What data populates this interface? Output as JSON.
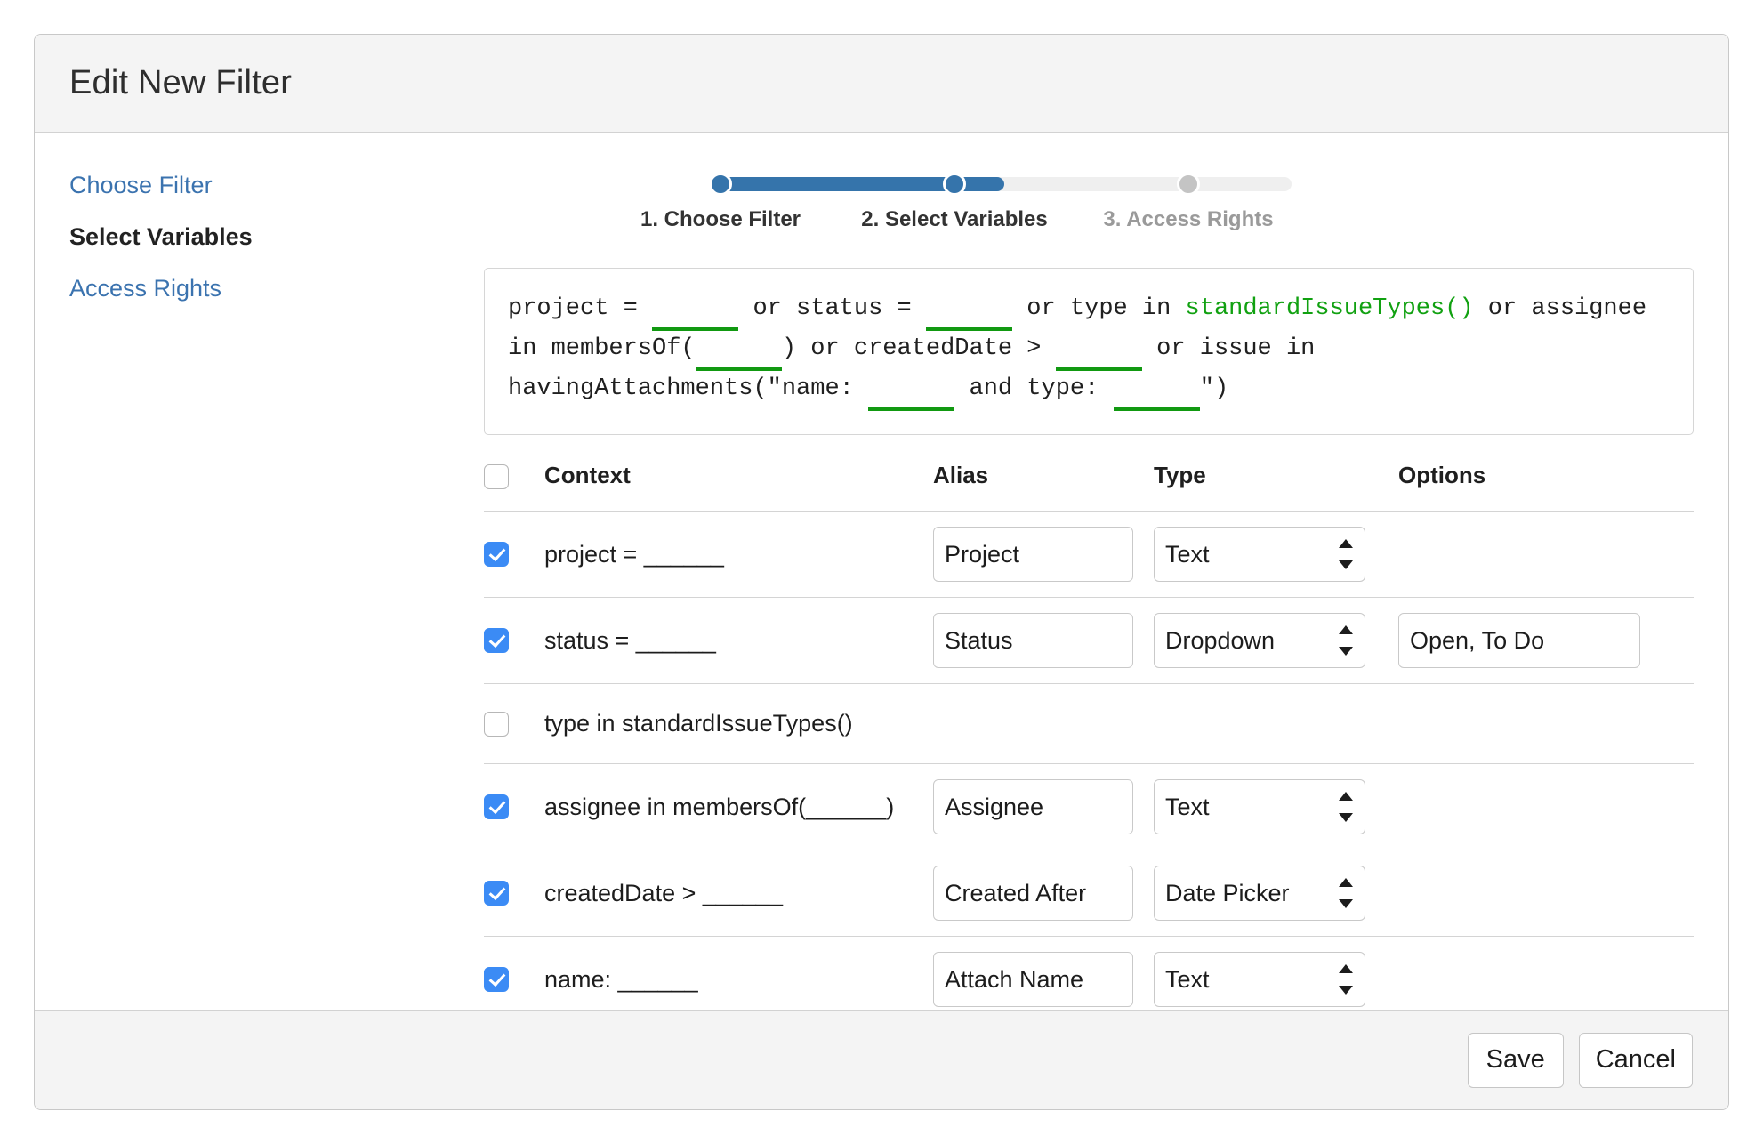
{
  "dialog": {
    "title": "Edit New Filter"
  },
  "sidebar": {
    "items": [
      {
        "label": "Choose Filter",
        "active": false
      },
      {
        "label": "Select Variables",
        "active": true
      },
      {
        "label": "Access Rights",
        "active": false
      }
    ]
  },
  "stepper": {
    "current_step": 2,
    "total_steps": 3,
    "progress_percent": 50,
    "active_color": "#3574ab",
    "inactive_color": "#c4c4c4",
    "track_color": "#efefef",
    "steps": [
      {
        "label": "1. Choose Filter",
        "state": "complete"
      },
      {
        "label": "2. Select Variables",
        "state": "current"
      },
      {
        "label": "3. Access Rights",
        "state": "upcoming"
      }
    ]
  },
  "query": {
    "slot_underline_color": "#119911",
    "function_color": "#11a111",
    "segments": [
      {
        "text": "project = ",
        "kind": "plain"
      },
      {
        "text": "______",
        "kind": "slot"
      },
      {
        "text": " or status = ",
        "kind": "plain"
      },
      {
        "text": "______",
        "kind": "slot"
      },
      {
        "text": " or type in ",
        "kind": "plain"
      },
      {
        "text": "standardIssueTypes()",
        "kind": "function"
      },
      {
        "text": " or assignee in membersOf(",
        "kind": "plain"
      },
      {
        "text": "______",
        "kind": "slot"
      },
      {
        "text": ") or createdDate > ",
        "kind": "plain"
      },
      {
        "text": "______",
        "kind": "slot"
      },
      {
        "text": " or issue in havingAttachments(\"name: ",
        "kind": "plain"
      },
      {
        "text": "______",
        "kind": "slot"
      },
      {
        "text": " and type: ",
        "kind": "plain"
      },
      {
        "text": "______",
        "kind": "slot"
      },
      {
        "text": "\")",
        "kind": "plain"
      }
    ],
    "full_text": "project = ______ or status = ______ or type in standardIssueTypes() or assignee in membersOf(______) or createdDate > ______ or issue in havingAttachments(\"name: ______ and type: ______\")"
  },
  "table": {
    "select_all_checked": false,
    "headers": {
      "context": "Context",
      "alias": "Alias",
      "type": "Type",
      "options": "Options"
    },
    "type_options": [
      "Text",
      "Dropdown",
      "Date Picker"
    ],
    "rows": [
      {
        "checked": true,
        "context": "project = ______",
        "alias": "Project",
        "type": "Text",
        "options": ""
      },
      {
        "checked": true,
        "context": "status = ______",
        "alias": "Status",
        "type": "Dropdown",
        "options": "Open, To Do"
      },
      {
        "checked": false,
        "context": "type in standardIssueTypes()",
        "alias": "",
        "type": "",
        "options": ""
      },
      {
        "checked": true,
        "context": "assignee in membersOf(______)",
        "alias": "Assignee",
        "type": "Text",
        "options": ""
      },
      {
        "checked": true,
        "context": "createdDate > ______",
        "alias": "Created After",
        "type": "Date Picker",
        "options": ""
      },
      {
        "checked": true,
        "context": "name: ______",
        "alias": "Attach Name",
        "type": "Text",
        "options": ""
      }
    ]
  },
  "footer": {
    "save_label": "Save",
    "cancel_label": "Cancel"
  }
}
